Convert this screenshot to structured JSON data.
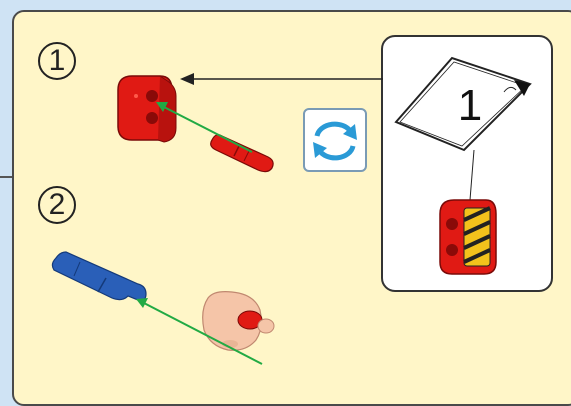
{
  "steps": [
    {
      "number": "1"
    },
    {
      "number": "2"
    }
  ],
  "callout": {
    "page_number": "1"
  },
  "icons": {
    "rotate": "rotate-icon"
  },
  "colors": {
    "panel_background": "#fff6c8",
    "page_background": "#cfe3f4",
    "red_part": "#e01a14",
    "blue_part": "#2a5fb8",
    "tan_part": "#f5c5a8",
    "guide_arrow": "#22aa44",
    "rotate_arrows": "#2a9ad6"
  }
}
